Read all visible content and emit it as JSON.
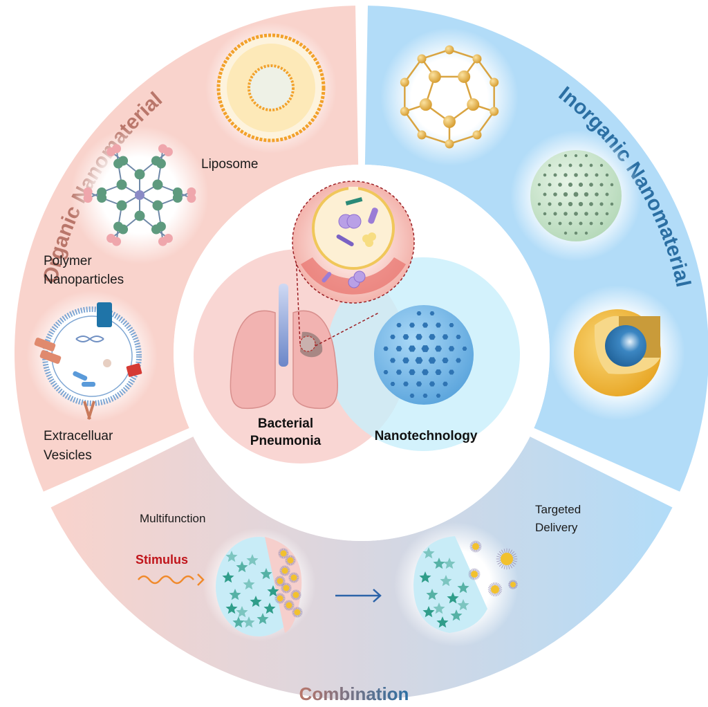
{
  "figure": {
    "segments": {
      "organic": {
        "title": "Organic Nanomaterial",
        "color": "#f9d3cc",
        "title_color": "#b9766a",
        "items": [
          {
            "label_lines": [
              "Liposome"
            ],
            "icon": "liposome-icon"
          },
          {
            "label_lines": [
              "Polymer",
              "Nanoparticles"
            ],
            "icon": "dendrimer-icon"
          },
          {
            "label_lines": [
              "Extracelluar",
              "Vesicles"
            ],
            "icon": "vesicle-icon"
          }
        ]
      },
      "inorganic": {
        "title": "Inorganic Nanomaterial",
        "color": "#b2dcf8",
        "title_color": "#2b6fa3",
        "items": [
          {
            "icon": "fullerene-icon"
          },
          {
            "icon": "porous-silica-sphere-icon"
          },
          {
            "icon": "core-shell-nanoparticle-icon"
          }
        ]
      },
      "combination": {
        "title": "Combination",
        "title_color_start": "#b9766a",
        "title_color_end": "#2b6fa3",
        "items": [
          {
            "label_lines": [
              "Multifunction"
            ]
          },
          {
            "label_lines": [
              "Targeted",
              "Delivery"
            ]
          }
        ],
        "stimulus_label": "Stimulus",
        "stimulus_color": "#c0151b",
        "wave_color": "#f08a2c",
        "arrow_color": "#2b63a8"
      }
    },
    "center": {
      "left_circle": {
        "label_lines": [
          "Bacterial",
          "Pneumonia"
        ],
        "color": "#f9d6d3",
        "icon": "lungs-icon"
      },
      "right_circle": {
        "label_lines": [
          "Nanotechnology"
        ],
        "color": "#c8effb",
        "icon": "nanosphere-icon"
      },
      "inset_icon": "alveolus-infection-inset-icon"
    }
  }
}
